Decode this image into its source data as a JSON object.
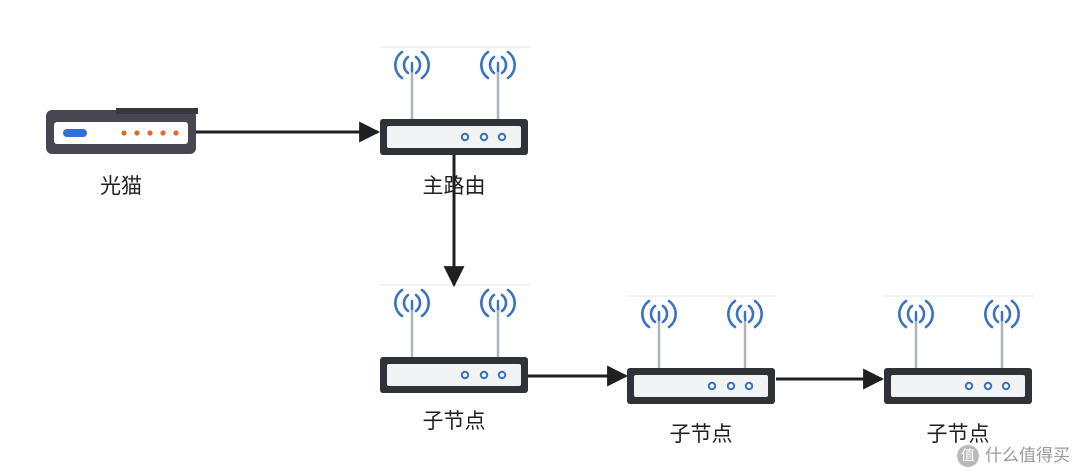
{
  "nodes": {
    "modem_label": "光猫",
    "main_router_label": "主路由",
    "sub_node_1_label": "子节点",
    "sub_node_2_label": "子节点",
    "sub_node_3_label": "子节点"
  },
  "watermark": {
    "badge": "值",
    "text": "什么值得买"
  },
  "colors": {
    "device_body": "#2f3338",
    "device_face": "#f1f3f4",
    "antenna": "#aeb4b8",
    "wifi_waves": "#3a72c2",
    "modem_body": "#4a4650",
    "modem_leds": "#e06a2c",
    "modem_button": "#2f6fd6",
    "arrow": "#1f1f1f"
  },
  "icons": [
    "router-icon",
    "modem-icon",
    "wifi-signal-icon",
    "arrow-icon"
  ]
}
